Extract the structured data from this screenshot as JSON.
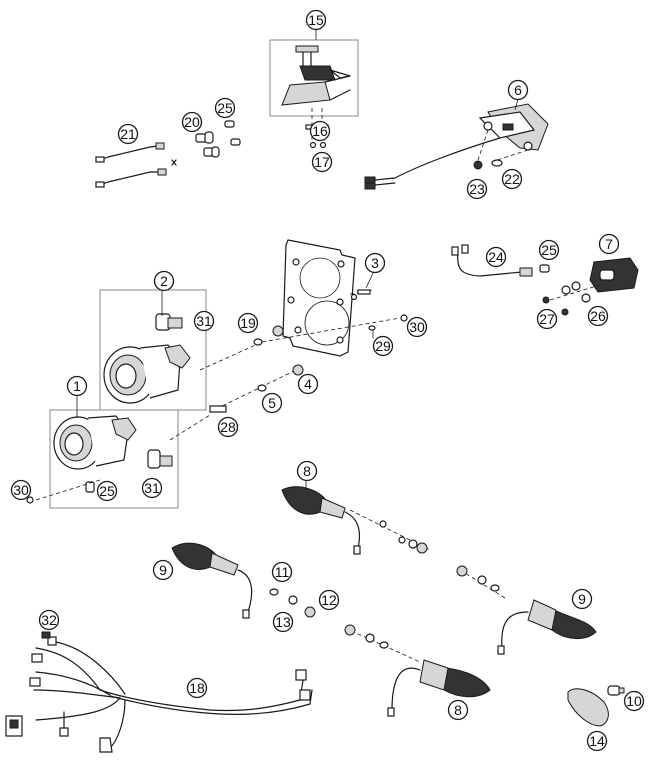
{
  "callouts": [
    {
      "n": "15"
    },
    {
      "n": "6"
    },
    {
      "n": "25"
    },
    {
      "n": "20"
    },
    {
      "n": "21"
    },
    {
      "n": "16"
    },
    {
      "n": "17"
    },
    {
      "n": "23"
    },
    {
      "n": "22"
    },
    {
      "n": "3"
    },
    {
      "n": "7"
    },
    {
      "n": "24"
    },
    {
      "n": "25"
    },
    {
      "n": "2"
    },
    {
      "n": "31"
    },
    {
      "n": "19"
    },
    {
      "n": "30"
    },
    {
      "n": "29"
    },
    {
      "n": "27"
    },
    {
      "n": "26"
    },
    {
      "n": "1"
    },
    {
      "n": "4"
    },
    {
      "n": "5"
    },
    {
      "n": "28"
    },
    {
      "n": "30"
    },
    {
      "n": "25"
    },
    {
      "n": "31"
    },
    {
      "n": "8"
    },
    {
      "n": "9"
    },
    {
      "n": "11"
    },
    {
      "n": "12"
    },
    {
      "n": "13"
    },
    {
      "n": "9"
    },
    {
      "n": "32"
    },
    {
      "n": "18"
    },
    {
      "n": "8"
    },
    {
      "n": "10"
    },
    {
      "n": "14"
    }
  ]
}
